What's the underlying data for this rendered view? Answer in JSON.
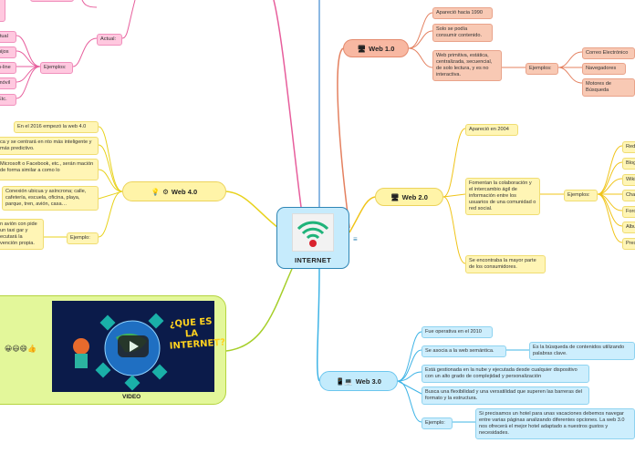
{
  "center": {
    "title": "INTERNET"
  },
  "web1": {
    "label": "Web 1.0",
    "items": [
      "Apareció hacia 1990",
      "Solo se podía consumir contenido.",
      "Web primitiva, estática, centralizada, secuencial, de solo lectura, y es no interactiva."
    ],
    "ejemplos_label": "Ejemplos:",
    "examples": [
      "Correo Electrónico",
      "Navegadores",
      "Motores de Búsqueda"
    ]
  },
  "web2": {
    "label": "Web 2.0",
    "items": [
      "Apareció en 2004",
      "Fomentan la colaboración y el intercambio ágil de información entre los usuarios de una comunidad o red social.",
      "Se encontraba la mayor parte de los consumidores."
    ],
    "ejemplos_label": "Ejemplos:",
    "examples": [
      "Red",
      "Blog",
      "Wiki",
      "Chat",
      "Foro",
      "Albu",
      "Pres"
    ]
  },
  "web3": {
    "label": "Web 3.0",
    "items": [
      "Fue operativa en el 2010",
      "Se asocia a la web semántica.",
      "Está gestionada en la nube y ejecutada desde cualquier dispositivo con un alto grado de complejidad y personalización",
      "Busca una flexibilidad y una versatilidad que superen las barreras del formato y la estructura."
    ],
    "semantic_detail": "Es la búsqueda de contenidos utilizando palabras clave.",
    "ejemplo_label": "Ejemplo:",
    "example_text": "Si precisamos un hotel para unas vacaciones debemos navegar entre varias páginas analizando diferentes opciones. La web 3.0 nos ofrecerá el mejor hotel adaptado a nuestros gustos y necesidades."
  },
  "web4": {
    "label": "Web 4.0",
    "items": [
      "En el 2016 empezó la web 4.0",
      "ca y se centrará en nto más inteligente y más predictivo.",
      "Microsoft o Facebook, etc., serán mación de forma similar a como lo",
      "Conexión ubicua y asíncrona; calle, cafetería, escuela, oficina, playa, parque, tren, avión, casa…",
      "n avión con pide un taxi gar y ecutará la vención propia."
    ],
    "ejemplo_label": "Ejemplo:"
  },
  "actual": {
    "label": "Actual:",
    "ejemplos_label": "Ejemplos:",
    "examples": [
      "rtual",
      "hijos",
      "n-line",
      "móvil",
      "Etc."
    ]
  },
  "video": {
    "label": "VIDEO",
    "thumb_text": "¿QUE ES LA INTERNET?",
    "emoji": "😀😃😄👍"
  },
  "colors": {
    "web1": "#e4805f",
    "web2": "#f0c419",
    "web3": "#3fb4e6",
    "web4": "#e8d21c",
    "video": "#a6cf2a",
    "actual": "#e75e9c"
  }
}
